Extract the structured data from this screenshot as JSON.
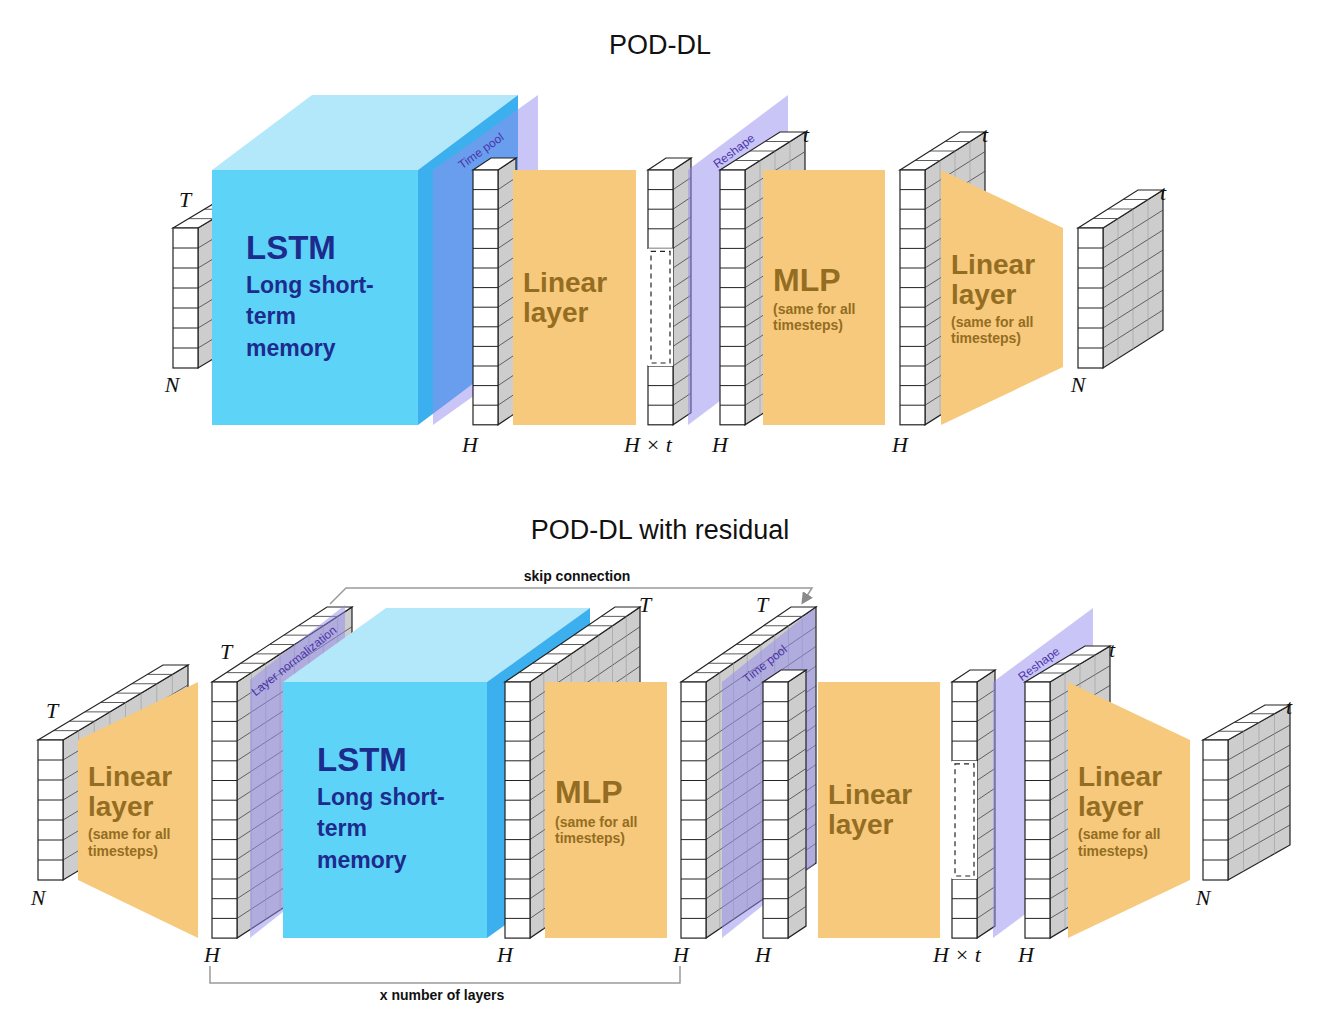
{
  "diagram": {
    "title": "POD-DL",
    "nodes": [
      {
        "text": [
          "LSTM",
          "Long short-term memory"
        ]
      },
      {
        "text": [
          "Time pool"
        ]
      },
      {
        "text": [
          "Linear layer"
        ]
      },
      {
        "text": [
          "Reshape"
        ]
      },
      {
        "text": [
          "MLP",
          "(same for all timesteps)"
        ]
      },
      {
        "text": [
          "Linear layer",
          "(same for all timesteps)"
        ]
      },
      {
        "text": [
          "Linear layer",
          "(same for all timesteps)"
        ]
      },
      {
        "text": [
          "Layer normalization"
        ]
      },
      {
        "text": [
          "LSTM",
          "Long short-term memory"
        ]
      },
      {
        "text": [
          "MLP",
          "(same for all timesteps)"
        ]
      },
      {
        "text": [
          "Time pool"
        ]
      },
      {
        "text": [
          "Linear layer"
        ]
      },
      {
        "text": [
          "Reshape"
        ]
      },
      {
        "text": [
          "Linear layer",
          "(same for all timesteps)"
        ]
      }
    ],
    "labels": [
      "POD-DL with residual",
      "T",
      "N",
      "H",
      "H × t",
      "t",
      "H",
      "t",
      "H",
      "t",
      "N",
      "skip connection",
      "T",
      "N",
      "T",
      "H",
      "T",
      "H",
      "T",
      "H",
      "H",
      "H × t",
      "t",
      "H",
      "t",
      "N",
      "x number of layers"
    ]
  }
}
